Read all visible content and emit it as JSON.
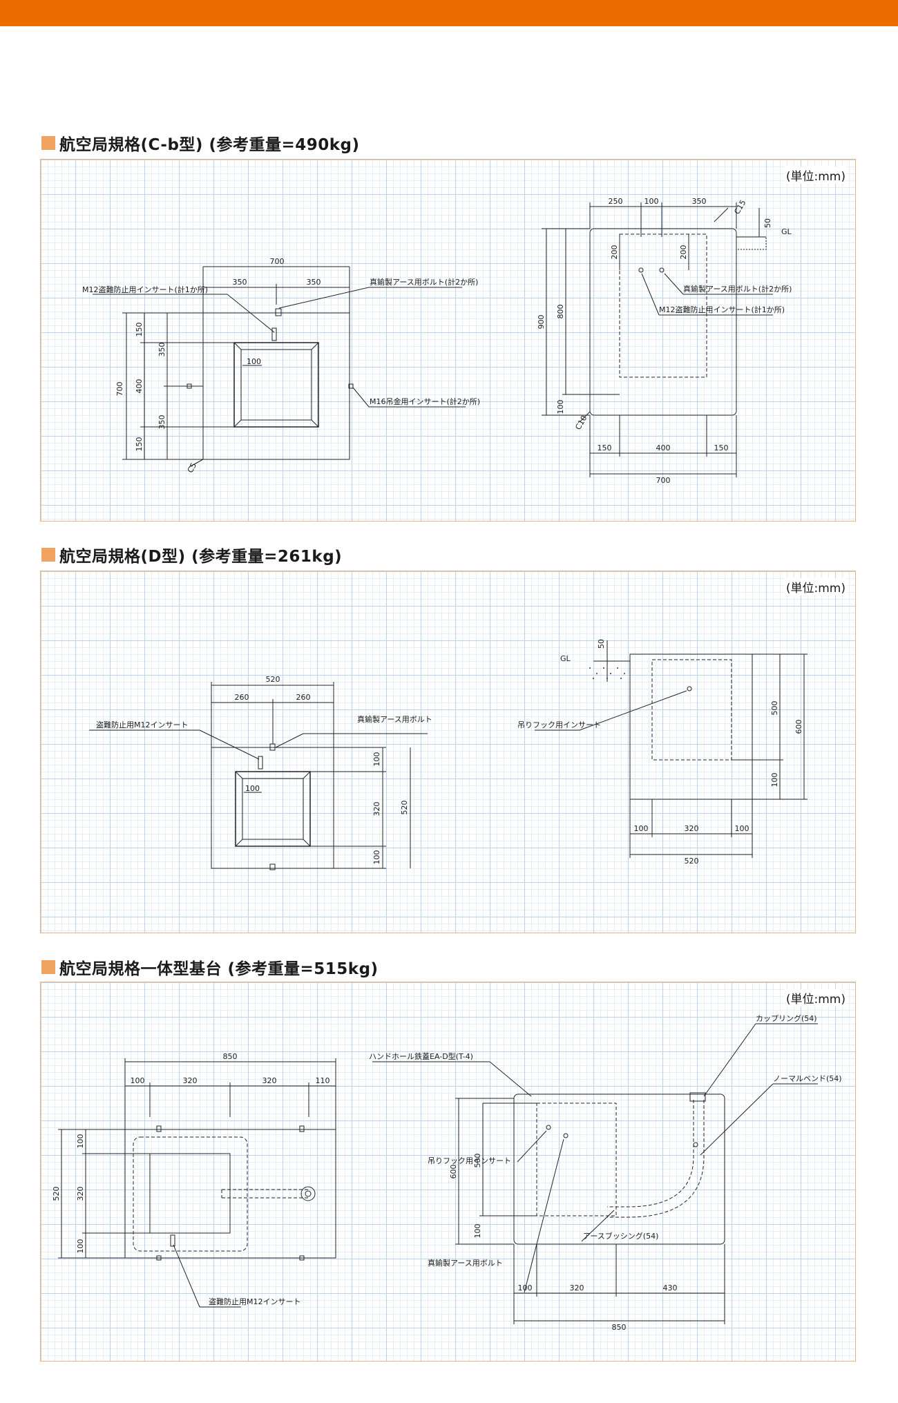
{
  "header": {
    "bar_color": "#ec6c00"
  },
  "sections": [
    {
      "title": "航空局規格(C-b型) (参考重量=490kg)",
      "unit": "(単位:mm)",
      "plan": {
        "dims": {
          "total": "700",
          "half_l": "350",
          "half_r": "350",
          "inner": "100",
          "v_total": "700",
          "v_top": "150",
          "v_mid": "400",
          "v_bot": "150",
          "v_half_t": "350",
          "v_half_b": "350",
          "chamfer": "C5"
        },
        "labels": {
          "m12": "M12盗難防止用インサート(計1か所)",
          "brass": "真鍮製アース用ボルト(計2か所)",
          "m16": "M16吊金用インサート(計2か所)"
        }
      },
      "section": {
        "dims": {
          "t1": "250",
          "t2": "100",
          "t3": "350",
          "c15": "C15",
          "gl_depth": "50",
          "d200a": "200",
          "d200b": "200",
          "h900": "900",
          "h800": "800",
          "h100": "100",
          "c10": "C10",
          "b1": "150",
          "b2": "400",
          "b3": "150",
          "btotal": "700"
        },
        "labels": {
          "gl": "GL",
          "brass": "真鍮製アース用ボルト(計2か所)",
          "m12": "M12盗難防止用インサート(計1か所)"
        }
      }
    },
    {
      "title": "航空局規格(D型) (参考重量=261kg)",
      "unit": "(単位:mm)",
      "plan": {
        "dims": {
          "total": "520",
          "half_l": "260",
          "half_r": "260",
          "inner": "100",
          "v_top": "100",
          "v_mid": "320",
          "v_bot": "100",
          "v_total": "520"
        },
        "labels": {
          "m12": "盗難防止用M12インサート",
          "brass": "真鍮製アース用ボルト"
        }
      },
      "section": {
        "dims": {
          "gl_depth": "50",
          "h500": "500",
          "h600": "600",
          "h100": "100",
          "b1": "100",
          "b2": "320",
          "b3": "100",
          "btotal": "520"
        },
        "labels": {
          "gl": "GL",
          "hook": "吊りフック用インサート"
        }
      }
    },
    {
      "title": "航空局規格一体型基台 (参考重量=515kg)",
      "unit": "(単位:mm)",
      "plan": {
        "dims": {
          "total": "850",
          "d1": "100",
          "d2": "320",
          "d3": "320",
          "d4": "110",
          "v_total": "520",
          "v_top": "100",
          "v_mid": "320",
          "v_bot": "100"
        },
        "labels": {
          "m12": "盗難防止用M12インサート"
        }
      },
      "section": {
        "dims": {
          "h600": "600",
          "h500": "500",
          "h100": "100",
          "b1": "100",
          "b2": "320",
          "b3": "430",
          "btotal": "850"
        },
        "labels": {
          "cover": "ハンドホール鉄蓋EA-D型(T-4)",
          "coupling": "カップリング(54)",
          "bend": "ノーマルベンド(54)",
          "hook": "吊りフック用インサート",
          "bushing": "アースブッシング(54)",
          "brass": "真鍮製アース用ボルト"
        }
      }
    }
  ]
}
